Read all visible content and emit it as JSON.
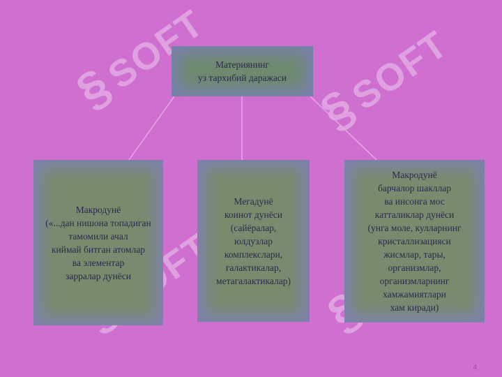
{
  "watermark": {
    "text": "SOFT",
    "glyph": "§"
  },
  "diagram": {
    "root": {
      "text": "Материянинг\nуз тархибий даражаси"
    },
    "children": [
      {
        "text": "Макродунё\n(«...дан нишона топадиган\nтамомили ачал\nкиймай битган атомлар\nва элементар\nзарралар дунёси"
      },
      {
        "text": "Мегадунё\nкоинот дунёси\n(сайёралар,\nюлдузлар\nкомплекслари,\nгалактикалар,\nметагалактикалар)"
      },
      {
        "text": "Макродунё\nбарчалор шакллар\nва инсонга мос\nкатталиклар дунёси\n(унга моле, кулларнинг\nкристаллизацияси\nжисмлар, тары,\nорганизмлар,\nорганизмларнинг\nхамжамиятлари\nхам киради)"
      }
    ]
  },
  "slide_number": "4",
  "colors": {
    "background": "#cf6fcf",
    "box_fill": "#7a8a6f",
    "box_glow": "#8278e6",
    "connector": "#e8a6e8"
  }
}
